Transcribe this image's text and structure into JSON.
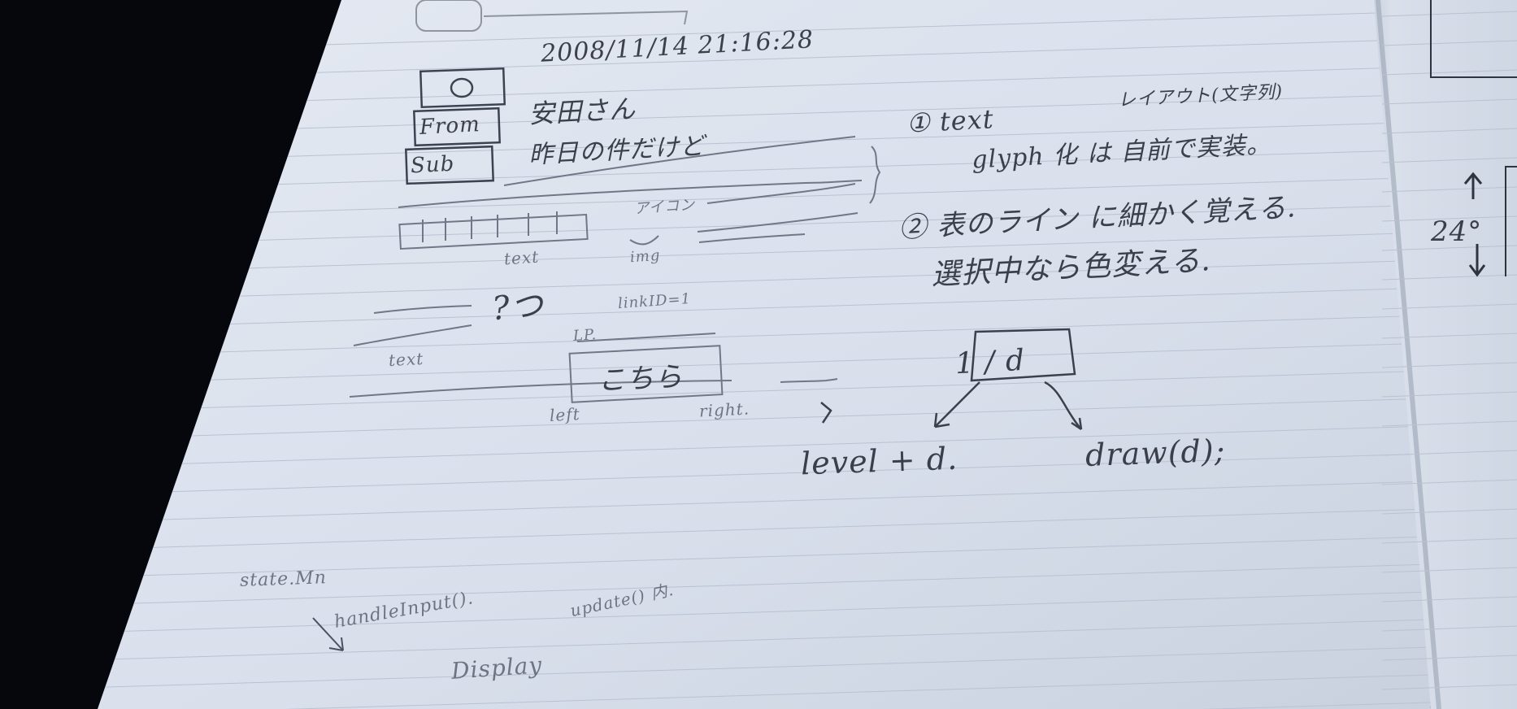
{
  "notebook": {
    "colors": {
      "background": "#05070d",
      "page": "#dfe5ef",
      "ink": "#2a2f3a",
      "pencil": "#6b7280",
      "rule_line": "#b9c2d2"
    },
    "header": {
      "timestamp": "2008/11/14 21:16:28"
    },
    "mail_form": {
      "fields": [
        {
          "label": "From",
          "value": "安田さん"
        },
        {
          "label": "Sub",
          "value": "昨日の件だけど"
        }
      ]
    },
    "layout_sketch": {
      "text_label": "text",
      "img_label": "img",
      "icon_label": "アイコン",
      "question": "?つ",
      "link_id": "linkID=1",
      "lp_label": "LP.",
      "button_text": "こちら",
      "left_label": "left",
      "right_label": "right.",
      "lower_text_label": "text"
    },
    "notes": {
      "item1_heading": "① text",
      "item1_paren": "レイアウト(文字列)",
      "item1_line": "glyph 化 は 自前で実装。",
      "item2_line1": "② 表のライン に細かく覚える.",
      "item2_line2": "選択中なら色変える.",
      "ratio": "1 / d",
      "level": "level + d.",
      "draw": "draw(d);",
      "margin_number": "24°"
    },
    "bottom": {
      "state": "state.Mn",
      "handle_input": "handleInput().",
      "update": "update() 内.",
      "display": "Display"
    }
  }
}
